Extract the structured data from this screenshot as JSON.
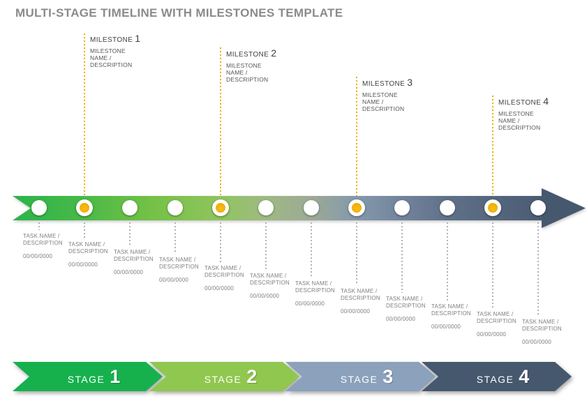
{
  "title": "MULTI-STAGE TIMELINE WITH MILESTONES TEMPLATE",
  "colors": {
    "title_text": "#8b8b8b",
    "milestone_accent": "#f0ae00",
    "task_dotted_line": "#b3b3b3",
    "bar_gradient_start": "#2bb44b",
    "bar_gradient_end": "#4a5b72",
    "arrowhead": "#46586e"
  },
  "milestones": [
    {
      "label": "MILESTONE",
      "number": "1",
      "description": "MILESTONE NAME / DESCRIPTION"
    },
    {
      "label": "MILESTONE",
      "number": "2",
      "description": "MILESTONE NAME / DESCRIPTION"
    },
    {
      "label": "MILESTONE",
      "number": "3",
      "description": "MILESTONE NAME / DESCRIPTION"
    },
    {
      "label": "MILESTONE",
      "number": "4",
      "description": "MILESTONE NAME / DESCRIPTION"
    }
  ],
  "tasks": [
    {
      "name": "TASK NAME / DESCRIPTION",
      "date": "00/00/0000"
    },
    {
      "name": "TASK NAME / DESCRIPTION",
      "date": "00/00/0000"
    },
    {
      "name": "TASK NAME / DESCRIPTION",
      "date": "00/00/0000"
    },
    {
      "name": "TASK NAME / DESCRIPTION",
      "date": "00/00/0000"
    },
    {
      "name": "TASK NAME / DESCRIPTION",
      "date": "00/00/0000"
    },
    {
      "name": "TASK NAME / DESCRIPTION",
      "date": "00/00/0000"
    },
    {
      "name": "TASK NAME / DESCRIPTION",
      "date": "00/00/0000"
    },
    {
      "name": "TASK NAME / DESCRIPTION",
      "date": "00/00/0000"
    },
    {
      "name": "TASK NAME / DESCRIPTION",
      "date": "00/00/0000"
    },
    {
      "name": "TASK NAME / DESCRIPTION",
      "date": "00/00/0000"
    },
    {
      "name": "TASK NAME / DESCRIPTION",
      "date": "00/00/0000"
    },
    {
      "name": "TASK NAME / DESCRIPTION",
      "date": "00/00/0000"
    }
  ],
  "stages": [
    {
      "label": "STAGE",
      "number": "1",
      "color": "#16b14d"
    },
    {
      "label": "STAGE",
      "number": "2",
      "color": "#90c74f"
    },
    {
      "label": "STAGE",
      "number": "3",
      "color": "#8ba1bc"
    },
    {
      "label": "STAGE",
      "number": "4",
      "color": "#46586e"
    }
  ]
}
